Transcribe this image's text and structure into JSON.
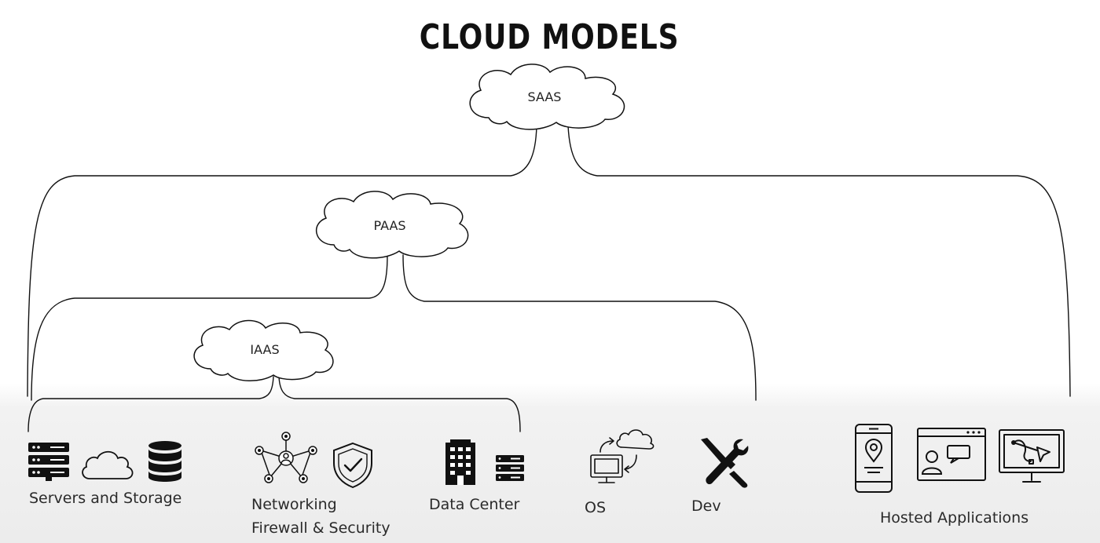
{
  "title": "CLOUD MODELS",
  "clouds": {
    "saas": "SAAS",
    "paas": "PAAS",
    "iaas": "IAAS"
  },
  "categories": {
    "servers_storage": "Servers and Storage",
    "networking": "Networking",
    "firewall_security": "Firewall & Security",
    "data_center": "Data Center",
    "os": "OS",
    "dev": "Dev",
    "hosted_applications": "Hosted Applications"
  },
  "icons": [
    "server-rack-icon",
    "cloud-icon",
    "database-icon",
    "network-hub-icon",
    "shield-check-icon",
    "building-icon",
    "server-icon",
    "os-sync-monitor-icon",
    "tools-icon",
    "mobile-location-icon",
    "browser-chat-icon",
    "monitor-vector-icon"
  ],
  "colors": {
    "line": "#111111",
    "text": "#222222",
    "icon": "#111111"
  }
}
